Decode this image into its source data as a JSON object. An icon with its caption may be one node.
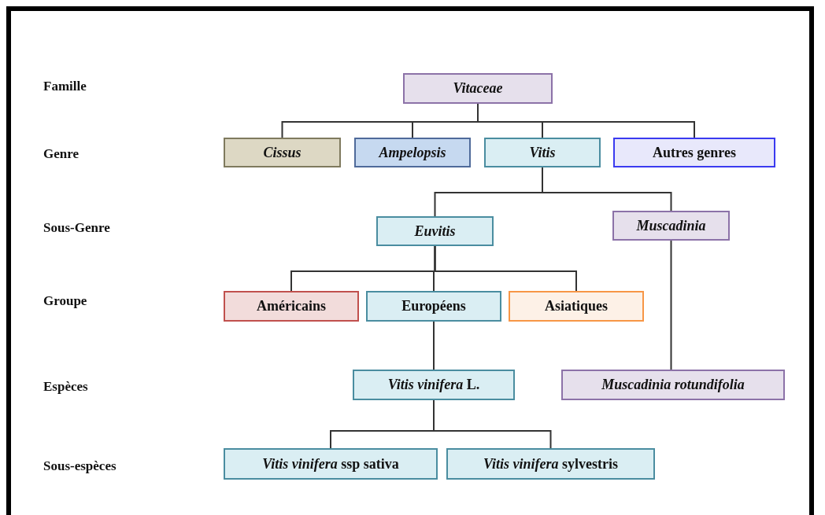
{
  "diagram": {
    "nodes": [
      {
        "text": [
          "Vitaceae"
        ]
      },
      {
        "text": [
          "Cissus"
        ]
      },
      {
        "text": [
          "Ampelopsis"
        ]
      },
      {
        "text": [
          "Vitis"
        ]
      },
      {
        "text": [
          "Autres genres"
        ]
      },
      {
        "text": [
          "Euvitis"
        ]
      },
      {
        "text": [
          "Muscadinia"
        ]
      },
      {
        "text": [
          "Américains"
        ]
      },
      {
        "text": [
          "Européens"
        ]
      },
      {
        "text": [
          "Asiatiques"
        ]
      },
      {
        "text": [
          "*Vitis vinifera* L."
        ]
      },
      {
        "text": [
          "Muscadinia rotundifolia"
        ]
      },
      {
        "text": [
          "*Vitis vinifera* ssp sativa"
        ]
      },
      {
        "text": [
          "*Vitis vinifera* sylvestris"
        ]
      }
    ],
    "edges": [
      {
        "from": 0,
        "to": 1,
        "arrow": "none"
      },
      {
        "from": 0,
        "to": 2,
        "arrow": "none"
      },
      {
        "from": 0,
        "to": 3,
        "arrow": "none"
      },
      {
        "from": 0,
        "to": 4,
        "arrow": "none"
      },
      {
        "from": 3,
        "to": 5,
        "arrow": "none"
      },
      {
        "from": 3,
        "to": 6,
        "arrow": "none"
      },
      {
        "from": 5,
        "to": 7,
        "arrow": "none"
      },
      {
        "from": 5,
        "to": 8,
        "arrow": "none"
      },
      {
        "from": 5,
        "to": 9,
        "arrow": "none"
      },
      {
        "from": 8,
        "to": 10,
        "arrow": "none"
      },
      {
        "from": 6,
        "to": 11,
        "arrow": "none"
      },
      {
        "from": 10,
        "to": 12,
        "arrow": "none"
      },
      {
        "from": 10,
        "to": 13,
        "arrow": "none"
      }
    ],
    "labels": [
      "Famille",
      "Genre",
      "Sous-Genre",
      "Groupe",
      "Espèces",
      "Sous-espèces"
    ]
  }
}
